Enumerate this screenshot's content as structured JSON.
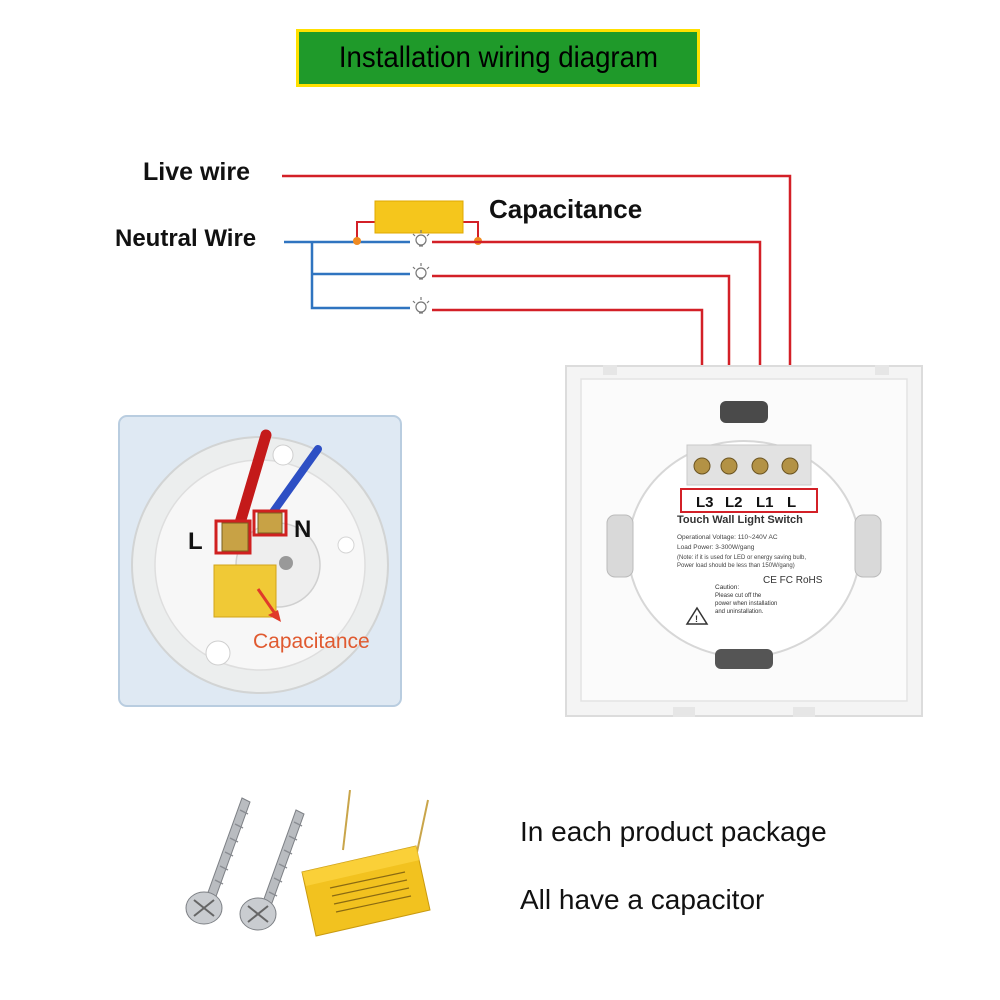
{
  "title": "Installation wiring diagram",
  "wiring": {
    "live_label": "Live wire",
    "neutral_label": "Neutral Wire",
    "capacitance_label": "Capacitance"
  },
  "bulb_photo": {
    "terminal_l": "L",
    "terminal_n": "N",
    "capacitance_label": "Capacitance"
  },
  "switch_back": {
    "terminals": [
      "L3",
      "L2",
      "L1",
      "L"
    ],
    "product_name": "Touch Wall Light Switch",
    "operational_voltage": "Operational Voltage: 110~240V AC",
    "load_power": "Load Power: 3-300W/gang",
    "note_line1": "(Note: if it is used for LED or energy saving bulb,",
    "note_line2": "Power load should be less than 150W/gang)",
    "certs": "CE FC RoHS",
    "caution_title": "Caution:",
    "caution_line1": "Please cut off the",
    "caution_line2": "power when installation",
    "caution_line3": "and uninstallation."
  },
  "package": {
    "line1": "In each product package",
    "line2": "All have a capacitor"
  },
  "colors": {
    "banner_bg": "#1f9a2a",
    "banner_border": "#ffe000",
    "live_wire": "#d32027",
    "neutral_wire": "#2f74c0",
    "capacitor": "#f5c61c",
    "callout_red": "#e03a2a"
  }
}
